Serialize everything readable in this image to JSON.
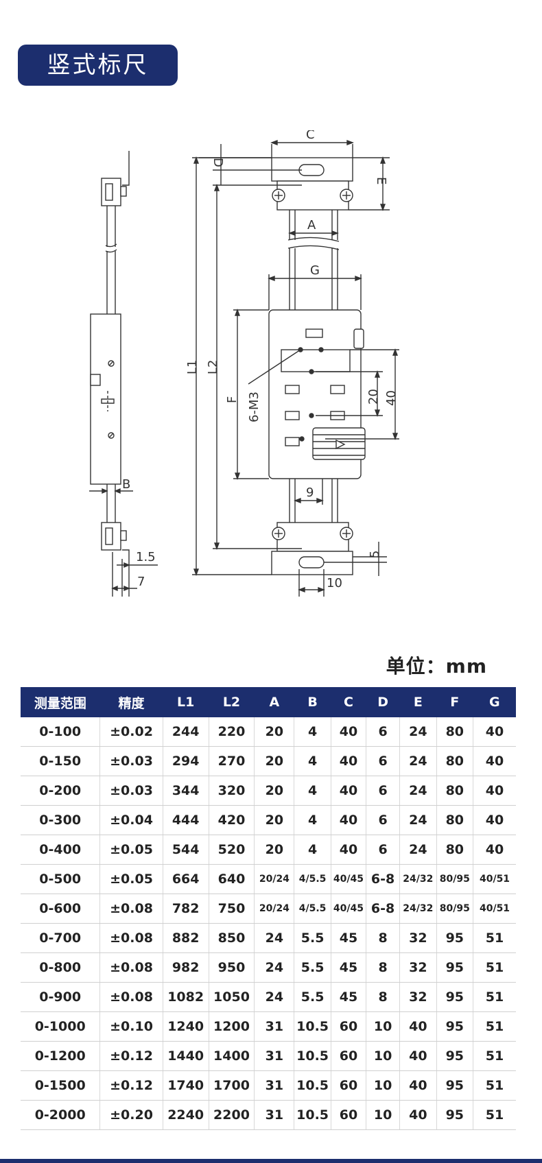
{
  "title": "竖式标尺",
  "unit_label": "单位：mm",
  "drawing": {
    "labels": {
      "C": "C",
      "D": "D",
      "E": "E",
      "A": "A",
      "G": "G",
      "L1": "L1",
      "L2": "L2",
      "F": "F",
      "M3": "6-M3",
      "d20": "20",
      "d40": "40",
      "d9": "9",
      "B": "B",
      "d15": "1.5",
      "d7": "7",
      "d5": "5",
      "d10": "10"
    }
  },
  "table": {
    "headers": [
      "测量范围",
      "精度",
      "L1",
      "L2",
      "A",
      "B",
      "C",
      "D",
      "E",
      "F",
      "G"
    ],
    "rows": [
      [
        "0-100",
        "±0.02",
        "244",
        "220",
        "20",
        "4",
        "40",
        "6",
        "24",
        "80",
        "40"
      ],
      [
        "0-150",
        "±0.03",
        "294",
        "270",
        "20",
        "4",
        "40",
        "6",
        "24",
        "80",
        "40"
      ],
      [
        "0-200",
        "±0.03",
        "344",
        "320",
        "20",
        "4",
        "40",
        "6",
        "24",
        "80",
        "40"
      ],
      [
        "0-300",
        "±0.04",
        "444",
        "420",
        "20",
        "4",
        "40",
        "6",
        "24",
        "80",
        "40"
      ],
      [
        "0-400",
        "±0.05",
        "544",
        "520",
        "20",
        "4",
        "40",
        "6",
        "24",
        "80",
        "40"
      ],
      [
        "0-500",
        "±0.05",
        "664",
        "640",
        "20/24",
        "4/5.5",
        "40/45",
        "6-8",
        "24/32",
        "80/95",
        "40/51"
      ],
      [
        "0-600",
        "±0.08",
        "782",
        "750",
        "20/24",
        "4/5.5",
        "40/45",
        "6-8",
        "24/32",
        "80/95",
        "40/51"
      ],
      [
        "0-700",
        "±0.08",
        "882",
        "850",
        "24",
        "5.5",
        "45",
        "8",
        "32",
        "95",
        "51"
      ],
      [
        "0-800",
        "±0.08",
        "982",
        "950",
        "24",
        "5.5",
        "45",
        "8",
        "32",
        "95",
        "51"
      ],
      [
        "0-900",
        "±0.08",
        "1082",
        "1050",
        "24",
        "5.5",
        "45",
        "8",
        "32",
        "95",
        "51"
      ],
      [
        "0-1000",
        "±0.10",
        "1240",
        "1200",
        "31",
        "10.5",
        "60",
        "10",
        "40",
        "95",
        "51"
      ],
      [
        "0-1200",
        "±0.12",
        "1440",
        "1400",
        "31",
        "10.5",
        "60",
        "10",
        "40",
        "95",
        "51"
      ],
      [
        "0-1500",
        "±0.12",
        "1740",
        "1700",
        "31",
        "10.5",
        "60",
        "10",
        "40",
        "95",
        "51"
      ],
      [
        "0-2000",
        "±0.20",
        "2240",
        "2200",
        "31",
        "10.5",
        "60",
        "10",
        "40",
        "95",
        "51"
      ]
    ]
  },
  "colors": {
    "accent": "#1c2e6e"
  }
}
